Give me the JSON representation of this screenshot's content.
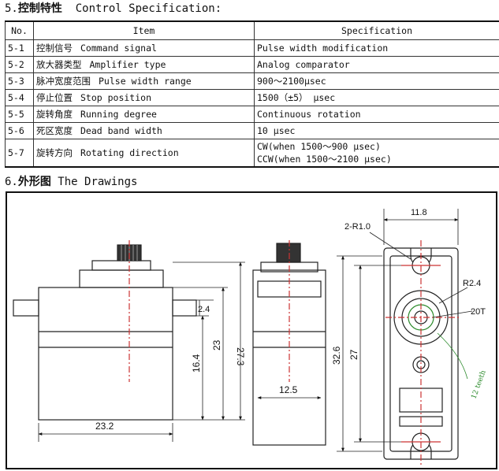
{
  "section5": {
    "number": "5.",
    "title_cn": "控制特性",
    "title_en": "Control Specification:"
  },
  "table": {
    "headers": {
      "no": "No.",
      "item": "Item",
      "spec": "Specification"
    },
    "rows": [
      {
        "no": "5-1",
        "item_cn": "控制信号",
        "item_en": "Command signal",
        "spec": "Pulse width modification"
      },
      {
        "no": "5-2",
        "item_cn": "放大器类型",
        "item_en": "Amplifier type",
        "spec": "Analog comparator"
      },
      {
        "no": "5-3",
        "item_cn": "脉冲宽度范围",
        "item_en": "Pulse width range",
        "spec": "900～2100μsec"
      },
      {
        "no": "5-4",
        "item_cn": "停止位置",
        "item_en": "Stop position",
        "spec": "1500（±5） μsec"
      },
      {
        "no": "5-5",
        "item_cn": "旋转角度",
        "item_en": "Running degree",
        "spec": "Continuous rotation"
      },
      {
        "no": "5-6",
        "item_cn": "死区宽度",
        "item_en": "Dead band width",
        "spec": "10 μsec"
      },
      {
        "no": "5-7",
        "item_cn": "旋转方向",
        "item_en": "Rotating direction",
        "spec": "CW(when 1500～900 μsec)",
        "spec2": "CCW(when 1500～2100 μsec)"
      }
    ]
  },
  "section6": {
    "number": "6.",
    "title_cn": "外形图",
    "title_en": "The Drawings"
  },
  "drawing": {
    "dims": {
      "width_front": "23.2",
      "height_total": "27.3",
      "height_body": "23",
      "height_lower": "16.4",
      "flange": "2.4",
      "width_side": "12.5",
      "width_top": "11.8",
      "holes": "2-R1.0",
      "radius": "R2.4",
      "spline": "20T",
      "length_mount": "32.6",
      "length_inner": "27",
      "teeth_note": "12 teeth"
    }
  }
}
